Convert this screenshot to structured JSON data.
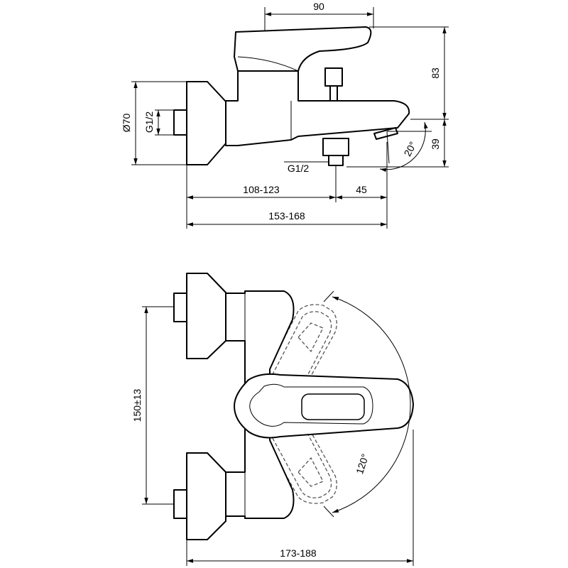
{
  "dimensions": {
    "handle_length": "90",
    "height_total": "83",
    "diameter_flange": "Ø70",
    "thread_inlet": "G1/2",
    "thread_outlet": "G1/2",
    "spout_angle": "20°",
    "spout_height": "39",
    "wall_to_outlet": "108-123",
    "outlet_to_spout": "45",
    "total_projection": "153-168",
    "center_distance": "150±13",
    "rotation_angle": "120°",
    "total_width": "173-188"
  }
}
